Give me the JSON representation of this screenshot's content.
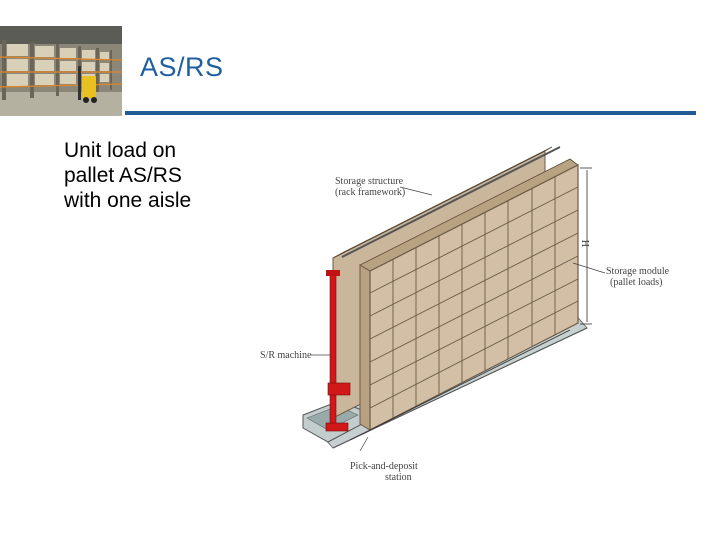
{
  "slide": {
    "title": "AS/RS",
    "body_lines": [
      "Unit load on",
      "pallet AS/RS",
      "with one aisle"
    ]
  },
  "photo": {
    "subject": "warehouse-pallet-racking-with-forklift"
  },
  "diagram": {
    "labels": {
      "storage_structure_line1": "Storage structure",
      "storage_structure_line2": "(rack framework)",
      "height_symbol": "H",
      "storage_module_line1": "Storage module",
      "storage_module_line2": "(pallet loads)",
      "sr_machine": "S/R machine",
      "pick_deposit_line1": "Pick-and-deposit",
      "pick_deposit_line2": "station"
    },
    "colors": {
      "rack_front": "#d2bfa5",
      "rack_side": "#c4ad8f",
      "rack_top": "#bba688",
      "srm": "#d01818",
      "base": "#c7d0d0",
      "title": "#1f5fa0",
      "rule": "#215d94"
    }
  }
}
